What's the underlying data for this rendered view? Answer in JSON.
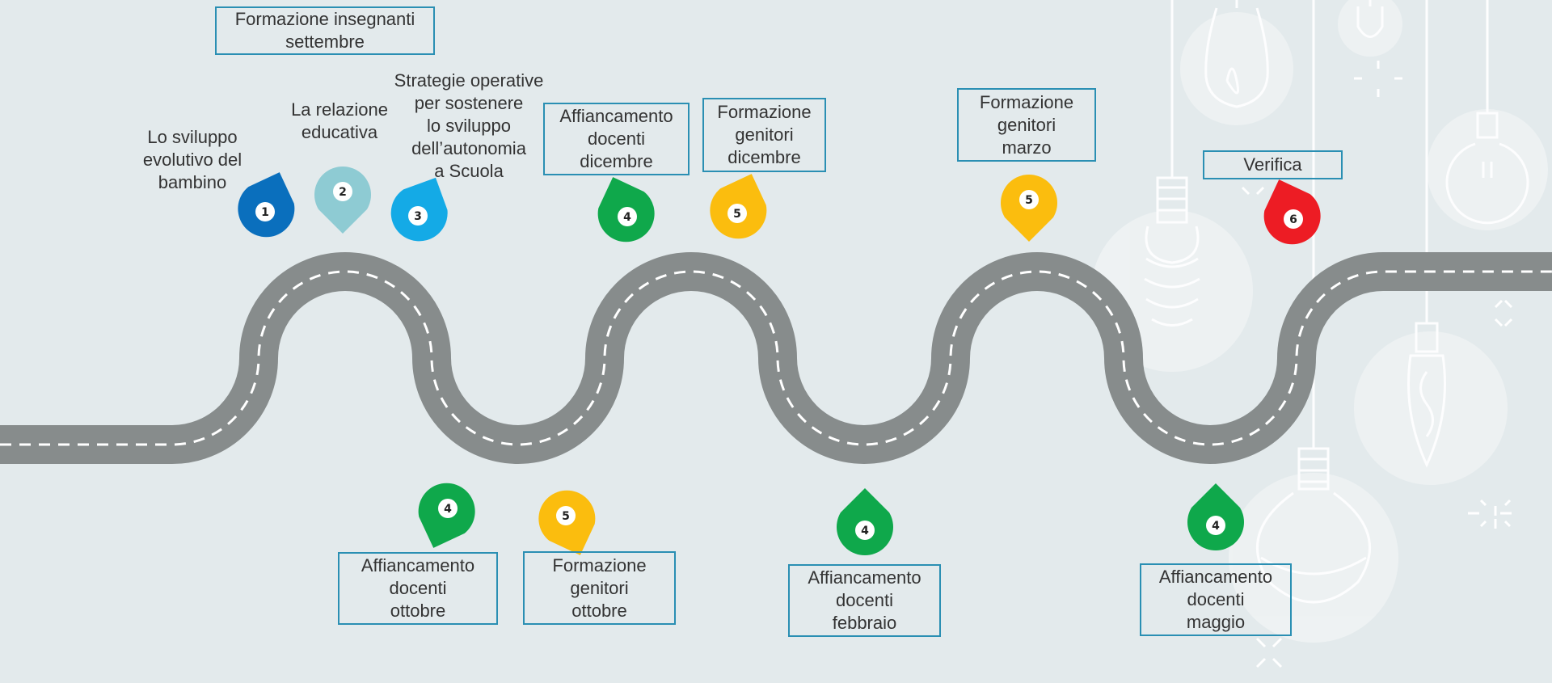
{
  "steps": {
    "s1": "Lo sviluppo\nevolutivo del\nbambino",
    "s2": "La relazione\neducativa",
    "s3": "Strategie operative\nper sostenere\nlo sviluppo\ndell’autonomia\na Scuola"
  },
  "boxes": {
    "formazione_insegnanti": "Formazione insegnanti\nsettembre",
    "aff_dicembre": "Affiancamento\ndocenti\ndicembre",
    "form_gen_dicembre": "Formazione\ngenitori\ndicembre",
    "form_gen_marzo": "Formazione\ngenitori\nmarzo",
    "verifica": "Verifica",
    "aff_ottobre": "Affiancamento\ndocenti\nottobre",
    "form_gen_ottobre": "Formazione\ngenitori\nottobre",
    "aff_febbraio": "Affiancamento\ndocenti\nfebbraio",
    "aff_maggio": "Affiancamento\ndocenti\nmaggio"
  },
  "pins": [
    {
      "id": "pin-1",
      "number": "1",
      "color": "#0a6fbd"
    },
    {
      "id": "pin-2",
      "number": "2",
      "color": "#8ecbd3"
    },
    {
      "id": "pin-3",
      "number": "3",
      "color": "#14aae6"
    },
    {
      "id": "pin-4-dicembre",
      "number": "4",
      "color": "#0fa84b"
    },
    {
      "id": "pin-5-dicembre",
      "number": "5",
      "color": "#fbbd0e"
    },
    {
      "id": "pin-5-marzo",
      "number": "5",
      "color": "#fbbd0e"
    },
    {
      "id": "pin-6-verifica",
      "number": "6",
      "color": "#ed1c24"
    },
    {
      "id": "pin-4-ottobre",
      "number": "4",
      "color": "#0fa84b"
    },
    {
      "id": "pin-5-ottobre",
      "number": "5",
      "color": "#fbbd0e"
    },
    {
      "id": "pin-4-febbraio",
      "number": "4",
      "color": "#0fa84b"
    },
    {
      "id": "pin-4-maggio",
      "number": "4",
      "color": "#0fa84b"
    }
  ],
  "colors": {
    "road": "#878c8c",
    "road_marking": "#ffffff",
    "background": "#e3eaec",
    "box_border": "#2a8fb3"
  }
}
